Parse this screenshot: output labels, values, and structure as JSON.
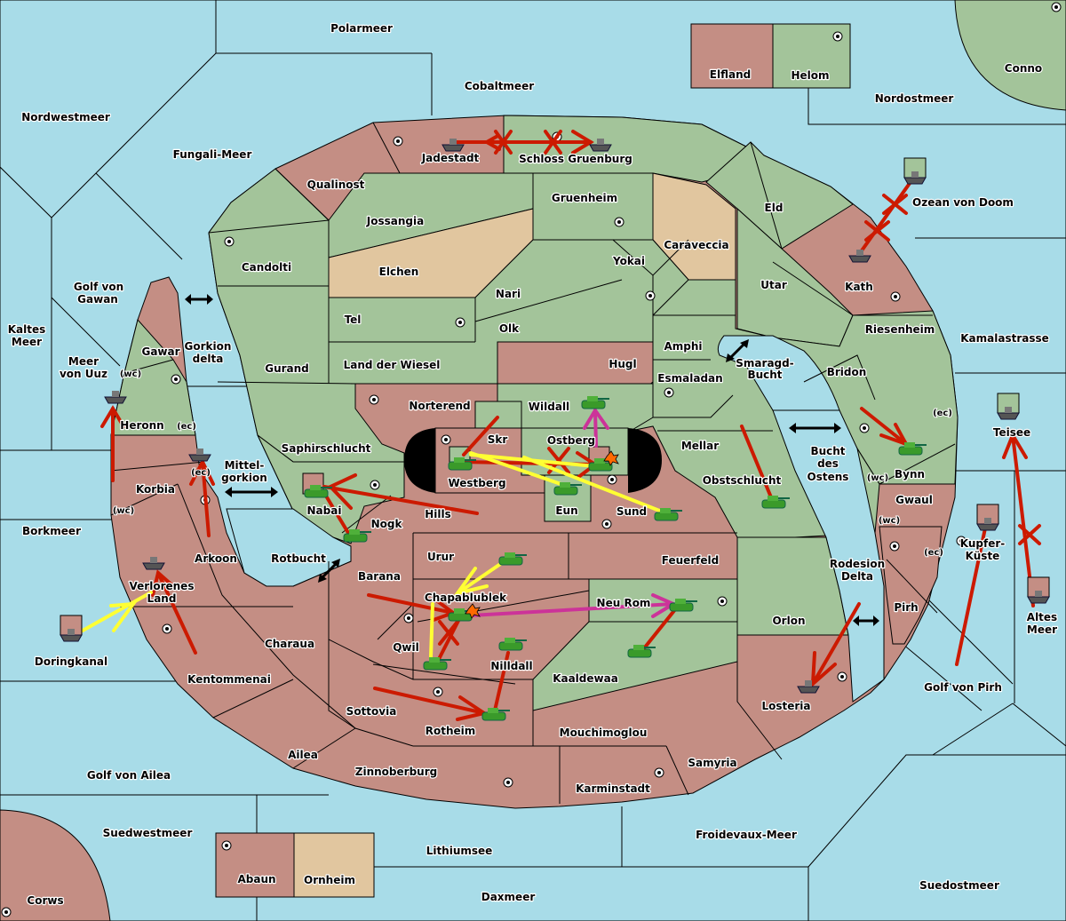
{
  "map": {
    "colors": {
      "sea": "#a8dce8",
      "power_green": "#a3c49a",
      "power_red": "#c48e84",
      "neutral": "#e1c69f",
      "order_move": "#cc1a00",
      "order_support": "#ffff33",
      "order_convoy_alt": "#cc3399"
    },
    "seas": [
      {
        "id": "polarmeer",
        "name": "Polarmeer"
      },
      {
        "id": "cobaltmeer",
        "name": "Cobaltmeer"
      },
      {
        "id": "nordwestmeer",
        "name": "Nordwestmeer"
      },
      {
        "id": "fungali",
        "name": "Fungali-Meer"
      },
      {
        "id": "nordostmeer",
        "name": "Nordostmeer"
      },
      {
        "id": "golfgawan",
        "name": "Golf von Gawan"
      },
      {
        "id": "kaltes",
        "name": "Kaltes Meer"
      },
      {
        "id": "uuz",
        "name": "Meer von Uuz"
      },
      {
        "id": "gorkiondelta",
        "name": "Gorkion delta"
      },
      {
        "id": "mittelgorkion",
        "name": "Mittel-gorkion"
      },
      {
        "id": "borkmeer",
        "name": "Borkmeer"
      },
      {
        "id": "rotbucht",
        "name": "Rotbucht"
      },
      {
        "id": "doringkanal",
        "name": "Doringkanal"
      },
      {
        "id": "golfailea",
        "name": "Golf von Ailea"
      },
      {
        "id": "suedwestmeer",
        "name": "Suedwestmeer"
      },
      {
        "id": "lithiumsee",
        "name": "Lithiumsee"
      },
      {
        "id": "daxmeer",
        "name": "Daxmeer"
      },
      {
        "id": "froidevaux",
        "name": "Froidevaux-Meer"
      },
      {
        "id": "suedostmeer",
        "name": "Suedostmeer"
      },
      {
        "id": "golfpirh",
        "name": "Golf von Pirh"
      },
      {
        "id": "rodesion",
        "name": "Rodesion Delta"
      },
      {
        "id": "buchtostens",
        "name": "Bucht des Ostens"
      },
      {
        "id": "smaragd",
        "name": "Smaragd-Bucht"
      },
      {
        "id": "kamala",
        "name": "Kamalastrasse"
      },
      {
        "id": "ozeandoom",
        "name": "Ozean von Doom"
      },
      {
        "id": "teisee",
        "name": "Teisee"
      },
      {
        "id": "kupfer",
        "name": "Kupfer-Küste"
      },
      {
        "id": "altes",
        "name": "Altes Meer"
      }
    ],
    "lands_green": [
      "Helom",
      "Conno",
      "Schloss Gruenburg",
      "Gruenheim",
      "Jossangia",
      "Yokai",
      "Nari",
      "Olk",
      "Tel",
      "Land der Wiesel",
      "Hugl",
      "Amphi",
      "Esmaladan",
      "Eld",
      "Utar",
      "Riesenheim",
      "Bridon",
      "Bynn",
      "Gurand",
      "Norterend",
      "Wildall",
      "Skr",
      "Saphirschlucht",
      "Mellar",
      "Obstschlucht",
      "Nogk",
      "Nabai",
      "Eun",
      "Heronn",
      "Neu Rom",
      "Kaaldewaa",
      "Orlon"
    ],
    "lands_red": [
      "Elfland",
      "Jadestadt",
      "Qualinost",
      "Candolti",
      "Kath",
      "Gawar",
      "Korbia",
      "Arkoon",
      "Verlorenes Land",
      "Kentommenai",
      "Charaua",
      "Ailea",
      "Zinnoberburg",
      "Sottovia",
      "Barana",
      "Qwil",
      "Chapablublek",
      "Urur",
      "Feuerfeld",
      "Hills",
      "Westberg",
      "Ostberg",
      "Sund",
      "Nilldall",
      "Rotheim",
      "Mouchimoglou",
      "Karminstadt",
      "Samyria",
      "Losteria",
      "Gwaul",
      "Pirh",
      "Abaun",
      "Corws"
    ],
    "lands_neutral": [
      "Elchen",
      "Caraveccia",
      "Ornheim"
    ],
    "coast_tags": {
      "wc": "(wc)",
      "ec": "(ec)"
    }
  },
  "labels": {
    "polarmeer": "Polarmeer",
    "cobaltmeer": "Cobaltmeer",
    "nordwestmeer": "Nordwestmeer",
    "fungali": "Fungali-Meer",
    "nordostmeer": "Nordostmeer",
    "conno": "Conno",
    "elfland": "Elfland",
    "helom": "Helom",
    "jadestadt": "Jadestadt",
    "schloss": "Schloss Gruenburg",
    "qualinost": "Qualinost",
    "gruenheim": "Gruenheim",
    "jossangia": "Jossangia",
    "caraveccia": "Caraveccia",
    "eld": "Eld",
    "ozean": "Ozean von Doom",
    "candolti": "Candolti",
    "elchen": "Elchen",
    "yokai": "Yokai",
    "nari": "Nari",
    "utar": "Utar",
    "kath": "Kath",
    "golfgawan1": "Golf von",
    "golfgawan2": "Gawan",
    "tel": "Tel",
    "olk": "Olk",
    "amphi": "Amphi",
    "riesenheim": "Riesenheim",
    "kamala": "Kamalastrasse",
    "kaltes1": "Kaltes",
    "kaltes2": "Meer",
    "gawar": "Gawar",
    "gorkion1": "Gorkion",
    "gorkion2": "delta",
    "gurand": "Gurand",
    "wiesel": "Land der Wiesel",
    "hugl": "Hugl",
    "smaragd1": "Smaragd-",
    "smaragd2": "Bucht",
    "esmaladan": "Esmaladan",
    "bridon": "Bridon",
    "uuz1": "Meer",
    "uuz2": "von Uuz",
    "heronn": "Heronn",
    "norterend": "Norterend",
    "wildall": "Wildall",
    "skr": "Skr",
    "ostberg": "Ostberg",
    "mellar": "Mellar",
    "saphir": "Saphirschlucht",
    "westberg": "Westberg",
    "bucht1": "Bucht",
    "bucht2": "des",
    "bucht3": "Ostens",
    "bynn": "Bynn",
    "teisee": "Teisee",
    "mittel1": "Mittel-",
    "mittel2": "gorkion",
    "korbia": "Korbia",
    "nabai": "Nabai",
    "hills": "Hills",
    "eun": "Eun",
    "sund": "Sund",
    "obst": "Obstschlucht",
    "gwaul": "Gwaul",
    "borkmeer": "Borkmeer",
    "nogk": "Nogk",
    "kupfer1": "Kupfer-",
    "kupfer2": "Küste",
    "arkoon": "Arkoon",
    "rotbucht": "Rotbucht",
    "urur": "Urur",
    "feuerfeld": "Feuerfeld",
    "rodesion1": "Rodesion",
    "rodesion2": "Delta",
    "barana": "Barana",
    "verl1": "Verlorenes",
    "verl2": "Land",
    "chapa": "Chapablublek",
    "neurom": "Neu Rom",
    "pirh": "Pirh",
    "altes1": "Altes",
    "altes2": "Meer",
    "orlon": "Orlon",
    "doring": "Doringkanal",
    "charaua": "Charaua",
    "qwil": "Qwil",
    "nilldall": "Nilldall",
    "kentommenai": "Kentommenai",
    "kaaldewaa": "Kaaldewaa",
    "golfpirh": "Golf von Pirh",
    "losteria": "Losteria",
    "sottovia": "Sottovia",
    "rotheim": "Rotheim",
    "mouchi": "Mouchimoglou",
    "ailea": "Ailea",
    "samyria": "Samyria",
    "golfailea": "Golf von Ailea",
    "zinnober": "Zinnoberburg",
    "karmin": "Karminstadt",
    "suedwest": "Suedwestmeer",
    "froidevaux": "Froidevaux-Meer",
    "lithium": "Lithiumsee",
    "abaun": "Abaun",
    "ornheim": "Ornheim",
    "suedost": "Suedostmeer",
    "daxmeer": "Daxmeer",
    "corws": "Corws",
    "wc": "(wc)",
    "ec": "(ec)"
  },
  "units": {
    "fleets": [
      "Jadestadt",
      "Schloss Gruenburg",
      "Ozean von Doom",
      "Kath",
      "Meer von Uuz",
      "Korbia (ec)",
      "Verlorenes Land",
      "Doringkanal",
      "Teisee",
      "Kupfer-Küste",
      "Altes Meer",
      "Losteria"
    ],
    "armies": [
      "Wildall",
      "Westberg",
      "Ostberg",
      "Eun",
      "Sund",
      "Nabai",
      "Nogk",
      "Obstschlucht",
      "Bynn",
      "Urur",
      "Chapablublek",
      "Qwil",
      "Nilldall",
      "Rotheim",
      "Neu Rom",
      "Kaaldewaa"
    ]
  }
}
